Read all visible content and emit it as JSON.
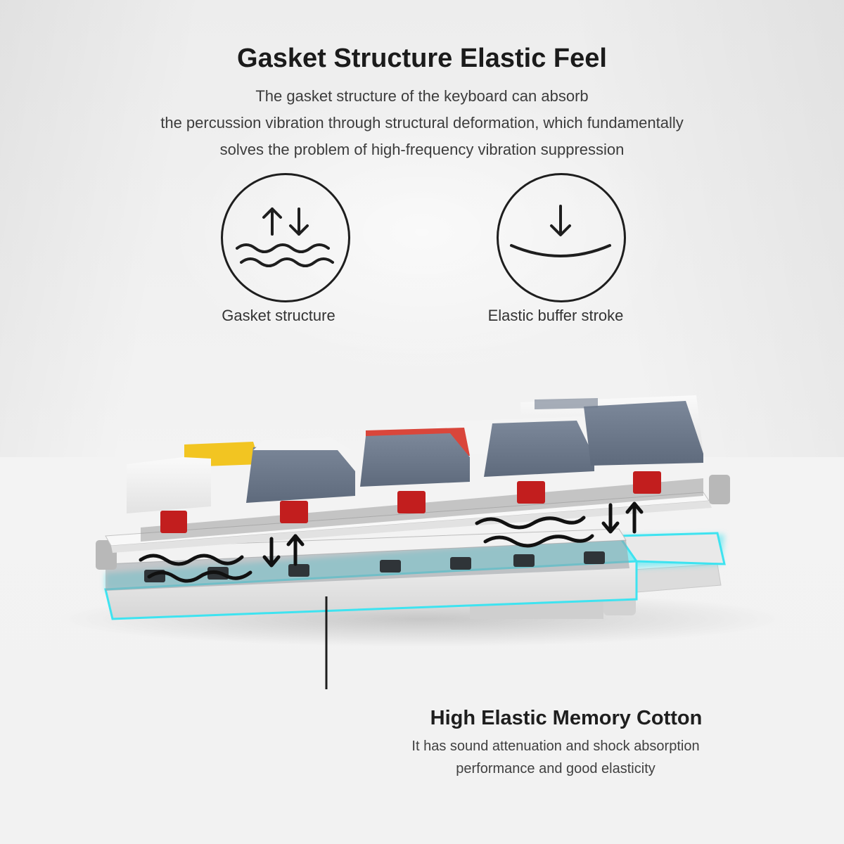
{
  "header": {
    "title": "Gasket Structure Elastic Feel",
    "description_lines": [
      "The gasket structure of the keyboard can absorb",
      "the percussion vibration through structural deformation, which fundamentally",
      "solves the problem of high-frequency vibration suppression"
    ]
  },
  "features": [
    {
      "icon": "waves-with-arrows-icon",
      "label": "Gasket structure"
    },
    {
      "icon": "press-down-curve-icon",
      "label": "Elastic buffer stroke"
    }
  ],
  "callout": {
    "title": "High Elastic Memory Cotton",
    "description_lines": [
      "It has sound attenuation and shock absorption",
      "performance and good elasticity"
    ]
  },
  "colors": {
    "text_dark": "#1e1e1e",
    "keycap_gray": "#6f7b8e",
    "keycap_white": "#f4f4f4",
    "keycap_yellow": "#f2c522",
    "keycap_red": "#d9463b",
    "switch_red": "#c42020",
    "glow_cyan": "#3ee3f0",
    "foam": "#e6e6e6"
  }
}
